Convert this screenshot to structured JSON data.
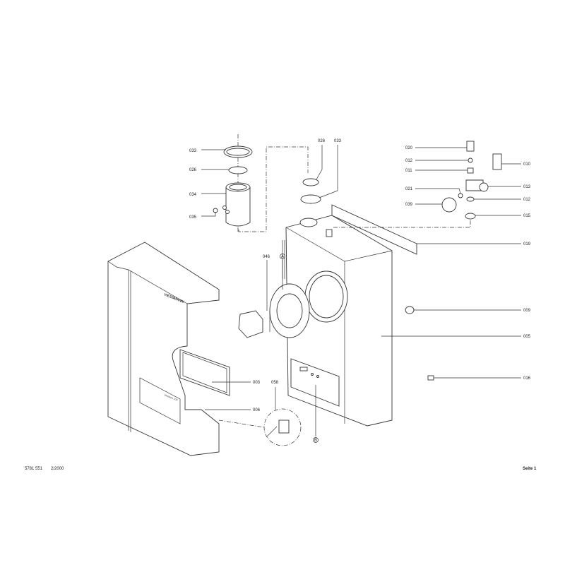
{
  "labels": {
    "l033a": "033",
    "l026a": "026",
    "l034": "034",
    "l035": "035",
    "l026b": "026",
    "l033b": "033",
    "l020": "020",
    "l012a": "012",
    "l011": "011",
    "l021": "021",
    "l039": "039",
    "l010": "010",
    "l013": "013",
    "l012b": "012",
    "l015": "015",
    "l019": "019",
    "l009": "009",
    "l005": "005",
    "l016": "016",
    "l003": "003",
    "l006": "006",
    "l058": "058",
    "l046": "046",
    "markA": "A",
    "markB": "B"
  },
  "branding": {
    "logo": "VIESSMANN",
    "model": "Vitodens 100"
  },
  "footer": {
    "doc_number": "5781 551",
    "date": "2/2000",
    "page": "Seite 1"
  }
}
